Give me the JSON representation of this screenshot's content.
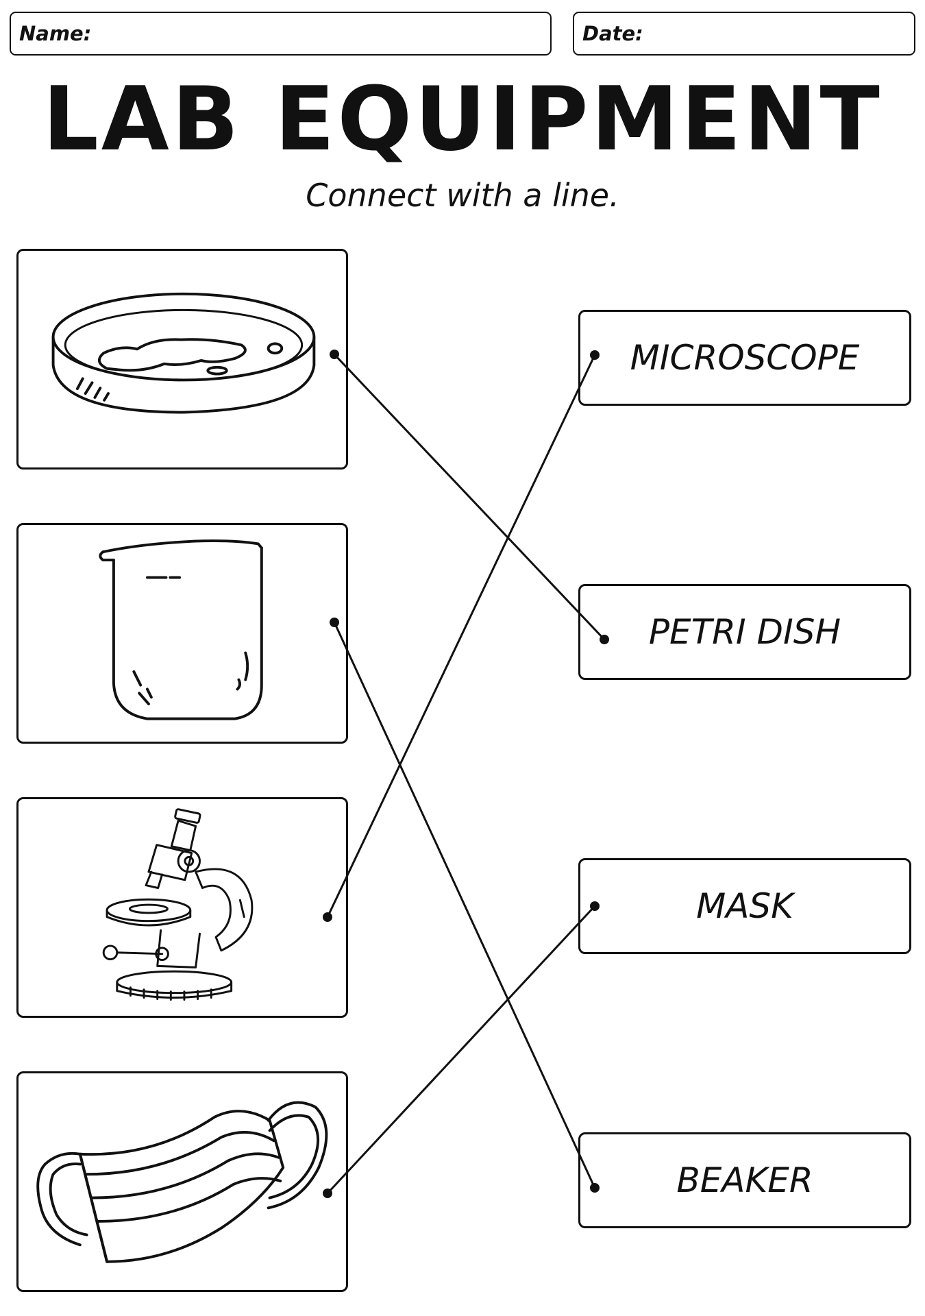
{
  "header": {
    "name_label": "Name:",
    "date_label": "Date:"
  },
  "title": "LAB EQUIPMENT",
  "instruction": "Connect with a line.",
  "pictures": [
    {
      "icon": "petri-dish-icon"
    },
    {
      "icon": "beaker-icon"
    },
    {
      "icon": "microscope-icon"
    },
    {
      "icon": "mask-icon"
    }
  ],
  "words": [
    "MICROSCOPE",
    "PETRI DISH",
    "MASK",
    "BEAKER"
  ],
  "connections": [
    {
      "picture": "petri-dish-icon",
      "word": "PETRI DISH"
    },
    {
      "picture": "beaker-icon",
      "word": "BEAKER"
    },
    {
      "picture": "microscope-icon",
      "word": "MICROSCOPE"
    },
    {
      "picture": "mask-icon",
      "word": "MASK"
    }
  ]
}
